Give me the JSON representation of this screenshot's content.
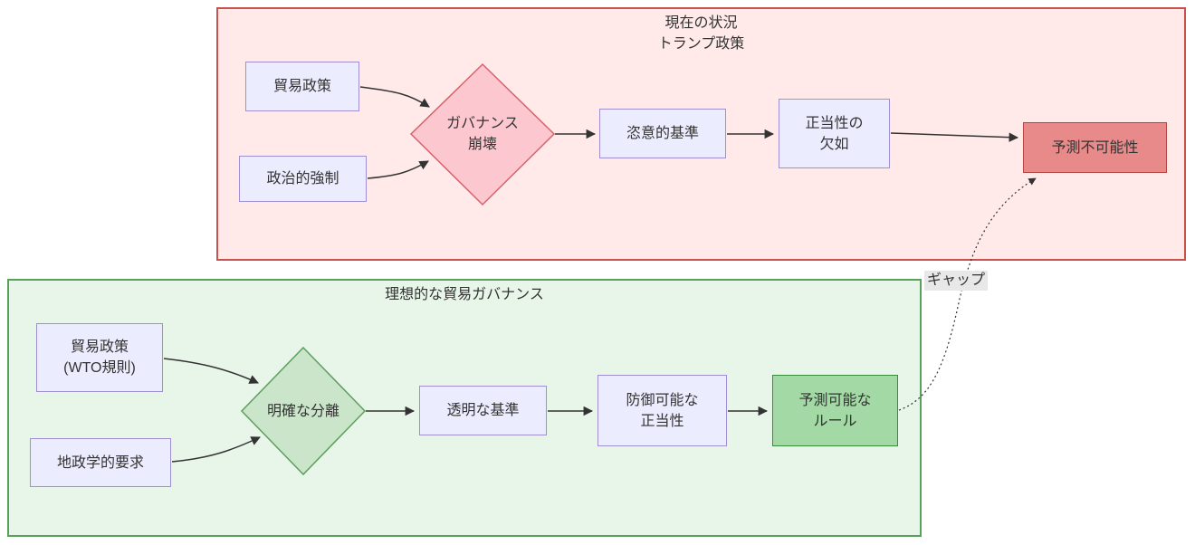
{
  "diagram": {
    "type": "flowchart",
    "subgraphs": {
      "current": {
        "title": "現在の状況\nトランプ政策"
      },
      "ideal": {
        "title": "理想的な貿易ガバナンス"
      }
    },
    "nodes": {
      "trade_policy_current": "貿易政策",
      "political_coercion": "政治的強制",
      "governance_collapse": "ガバナンス\n崩壊",
      "arbitrary_standards": "恣意的基準",
      "legitimacy_lack": "正当性の\n欠如",
      "unpredictability": "予測不可能性",
      "trade_policy_wto": "貿易政策\n(WTO規則)",
      "geopolitical_demands": "地政学的要求",
      "clear_separation": "明確な分離",
      "transparent_standards": "透明な基準",
      "defensible_legitimacy": "防御可能な\n正当性",
      "predictable_rules": "予測可能な\nルール"
    },
    "edge_labels": {
      "gap": "ギャップ"
    },
    "colors": {
      "current_bg": "#ffe9e9",
      "current_border": "#c9504c",
      "ideal_bg": "#e8f5e9",
      "ideal_border": "#58a15a",
      "node_bg": "#ececff",
      "node_border": "#9f8fd0",
      "alert_bg": "#e98a8a",
      "alert_border": "#b2453f",
      "ok_bg": "#a3d9a5",
      "ok_border": "#388e3c",
      "decision_current_bg": "#fcc7cf",
      "decision_current_border": "#d4636d",
      "decision_ideal_bg": "#cbe5cb",
      "decision_ideal_border": "#5ca05c",
      "edge_line": "#333333",
      "text": "#333333",
      "edge_label_bg": "#e8e8e8"
    }
  }
}
